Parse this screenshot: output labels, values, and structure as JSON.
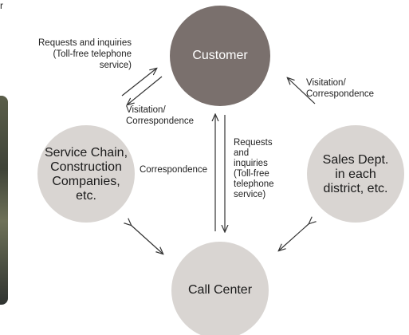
{
  "colors": {
    "customer_fill": "#7a706d",
    "node_fill": "#d9d5d2",
    "customer_text": "#ffffff",
    "node_text": "#1a1a1a",
    "arrow": "#333333"
  },
  "corner_fragment": "r",
  "nodes": {
    "customer": "Customer",
    "service_chain": [
      "Service Chain,",
      "Construction",
      "Companies,",
      "etc."
    ],
    "sales_dept": [
      "Sales Dept.",
      "in each",
      "district, etc."
    ],
    "call_center": "Call Center"
  },
  "labels": {
    "requests_left": [
      "Requests and inquiries",
      "(Toll-free telephone",
      "service)"
    ],
    "visitation_left": [
      "Visitation/",
      "Correspondence"
    ],
    "visitation_right": [
      "Visitation/",
      "Correspondence"
    ],
    "correspondence_mid": "Correspondence",
    "requests_center": [
      "Requests",
      "and",
      "inquiries",
      "(Toll-free",
      "telephone",
      "service)"
    ]
  }
}
